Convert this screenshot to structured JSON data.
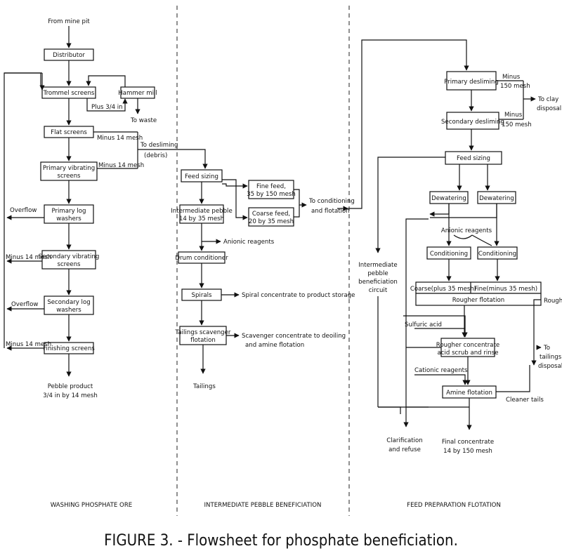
{
  "figure": {
    "caption": "FIGURE 3. - Flowsheet for phosphate beneficiation.",
    "sections": {
      "washing": "WASHING PHOSPHATE ORE",
      "intermediate": "INTERMEDIATE PEBBLE BENEFICIATION",
      "feed_prep": "FEED PREPARATION FLOTATION"
    }
  },
  "washing": {
    "from_mine_pit": "From mine pit",
    "distributor": "Distributor",
    "trommel_screens": "Trommel screens",
    "hammer_mill": "Hammer mill",
    "plus_3_4_in": "Plus 3/4 in",
    "to_waste": "To waste",
    "flat_screens": "Flat screens",
    "minus_14_mesh_a": "Minus 14 mesh",
    "to_desliming": "To desliming",
    "debris": "(debris)",
    "primary_vibrating_l1": "Primary vibrating",
    "primary_vibrating_l2": "screens",
    "minus_14_mesh_b": "Minus 14 mesh",
    "overflow_a": "Overflow",
    "primary_log_l1": "Primary log",
    "primary_log_l2": "washers",
    "minus_14_mesh_c": "Minus 14 mesh",
    "secondary_vibrating_l1": "Secondary vibrating",
    "secondary_vibrating_l2": "screens",
    "overflow_b": "Overflow",
    "secondary_log_l1": "Secondary log",
    "secondary_log_l2": "washers",
    "minus_14_mesh_d": "Minus 14 mesh",
    "finishing_screens": "Finishing screens",
    "pebble_product_l1": "Pebble product",
    "pebble_product_l2": "3/4 in by 14 mesh"
  },
  "intermediate": {
    "feed_sizing": "Feed sizing",
    "fine_feed_l1": "Fine feed,",
    "fine_feed_l2": "35 by 150 mesh",
    "intermediate_pebble_l1": "Intermediate pebble",
    "intermediate_pebble_l2": "14 by 35 mesh",
    "coarse_feed_l1": "Coarse feed,",
    "coarse_feed_l2": "20 by 35 mesh",
    "to_conditioning_l1": "To conditioning",
    "to_conditioning_l2": "and flotation",
    "anionic_reagents": "Anionic reagents",
    "drum_conditioner": "Drum conditioner",
    "spirals": "Spirals",
    "spiral_concentrate": "Spiral concentrate to product storage",
    "tailings_scavenger_l1": "Tailings scavenger",
    "tailings_scavenger_l2": "flotation",
    "scavenger_concentrate_l1": "Scavenger concentrate to deoiling",
    "scavenger_concentrate_l2": "and amine flotation",
    "tailings": "Tailings"
  },
  "feed_prep": {
    "primary_desliming": "Primary desliming",
    "minus_150_mesh_a_l1": "Minus",
    "minus_150_mesh_a_l2": "150 mesh",
    "to_clay_l1": "To clay",
    "to_clay_l2": "disposal",
    "secondary_desliming": "Secondary desliming",
    "minus_150_mesh_b_l1": "Minus",
    "minus_150_mesh_b_l2": "150 mesh",
    "feed_sizing": "Feed sizing",
    "dewatering_left": "Dewatering",
    "dewatering_right": "Dewatering",
    "intermediate_circuit_l1": "Intermediate",
    "intermediate_circuit_l2": "pebble",
    "intermediate_circuit_l3": "beneficiation",
    "intermediate_circuit_l4": "circuit",
    "anionic_reagents": "Anionic reagents",
    "conditioning_left": "Conditioning",
    "conditioning_right": "Conditioning",
    "coarse_plus_35": "Coarse(plus 35 mesh)",
    "fine_minus_35": "Fine(minus 35 mesh)",
    "rougher_flotation": "Rougher flotation",
    "rougher_tails": "Rougher tails",
    "sulfuric_acid": "Sulfuric acid",
    "rougher_concentrate_l1": "Rougher concentrate",
    "rougher_concentrate_l2": "acid scrub and rinse",
    "to_tailings_l1": "To",
    "to_tailings_l2": "tailings",
    "to_tailings_l3": "disposal",
    "cationic_reagents": "Cationic reagents",
    "amine_flotation": "Amine flotation",
    "cleaner_tails": "Cleaner tails",
    "clarification_l1": "Clarification",
    "clarification_l2": "and refuse",
    "final_concentrate_l1": "Final concentrate",
    "final_concentrate_l2": "14 by 150 mesh"
  }
}
